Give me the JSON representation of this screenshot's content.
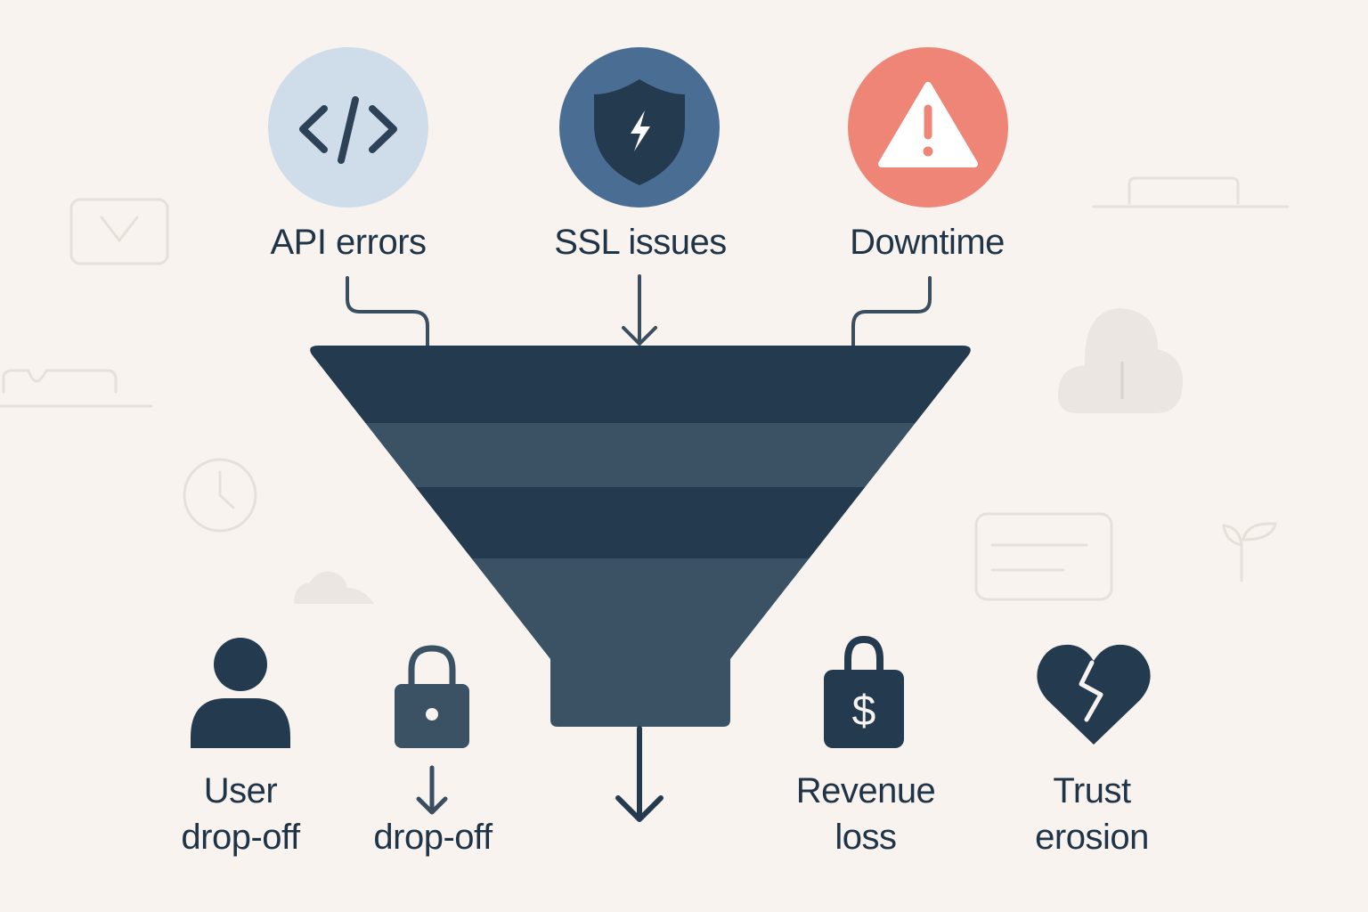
{
  "inputs": [
    {
      "label": "API errors",
      "icon": "code-icon",
      "color": "#cfdcea"
    },
    {
      "label": "SSL issues",
      "icon": "shield-bolt-icon",
      "color": "#4a6d93"
    },
    {
      "label": "Downtime",
      "icon": "warning-triangle-icon",
      "color": "#ef8576"
    }
  ],
  "outcomes": [
    {
      "line1": "User",
      "line2": "drop-off",
      "icon": "user-icon"
    },
    {
      "line1": "",
      "line2": "drop-off",
      "icon": "lock-icon"
    },
    {
      "line1": "Revenue",
      "line2": "loss",
      "icon": "money-bag-icon"
    },
    {
      "line1": "Trust",
      "line2": "erosion",
      "icon": "broken-heart-icon"
    }
  ],
  "colors": {
    "background": "#f8f3ee",
    "funnel_dark": "#233a4f",
    "funnel_light": "#3b5264",
    "text": "#1f3447",
    "connector": "#3a4e60",
    "faint_decor": "#e7e2dd"
  }
}
